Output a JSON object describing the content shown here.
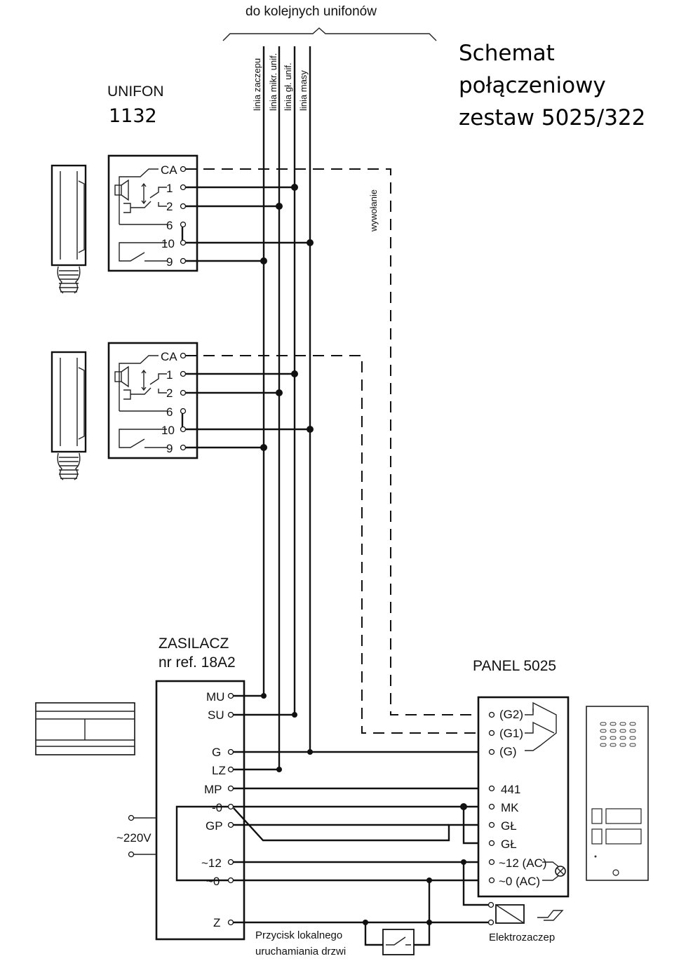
{
  "title": {
    "line1": "Schemat",
    "line2": "połączeniowy",
    "line3": "zestaw 5025/322"
  },
  "bus": {
    "top_label": "do kolejnych unifonów",
    "lines": [
      "linia zaczepu",
      "linia mikr. unif.",
      "linia gł. unif.",
      "linia masy"
    ],
    "call_label": "wywołanie"
  },
  "unifon": {
    "name": "UNIFON",
    "model": "1132",
    "terminals": [
      "CA",
      "1",
      "2",
      "6",
      "10",
      "9"
    ]
  },
  "psu": {
    "name": "ZASILACZ",
    "ref": "nr ref. 18A2",
    "terminals": [
      "MU",
      "SU",
      "G",
      "LZ",
      "MP",
      "-0",
      "GP",
      "~12",
      "~0",
      "Z"
    ],
    "mains": "~220V"
  },
  "panel": {
    "name": "PANEL 5025",
    "terminals": [
      "(G2)",
      "(G1)",
      "(G)",
      "441",
      "MK",
      "GŁ",
      "GŁ",
      "~12 (AC)",
      "~0 (AC)"
    ]
  },
  "button_label_1": "Przycisk lokalnego",
  "button_label_2": "uruchamiania drzwi",
  "lock_label": "Elektrozaczep"
}
